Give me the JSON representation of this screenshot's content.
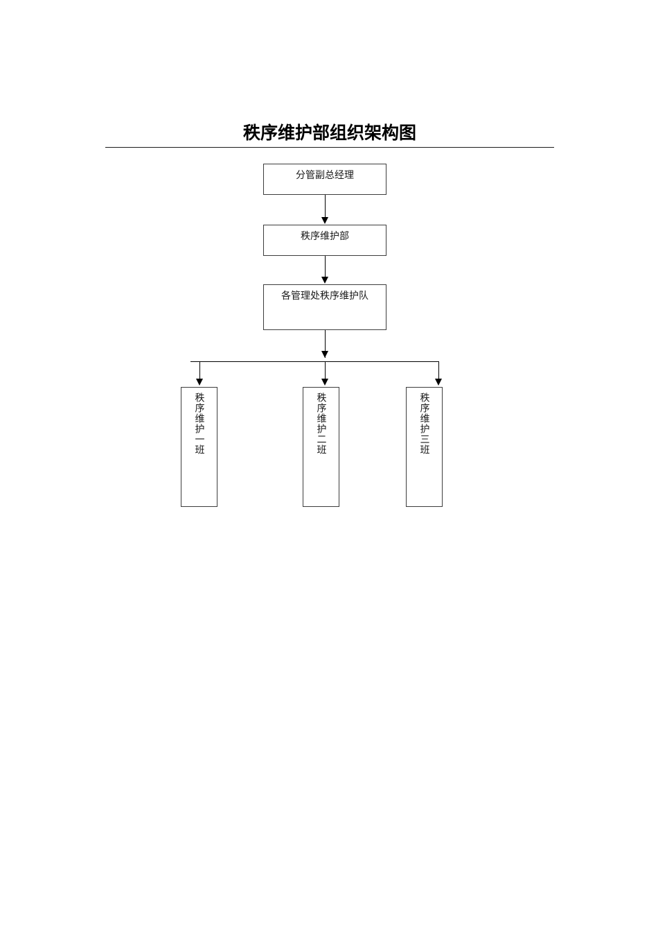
{
  "document": {
    "title": "秩序维护部组织架构图",
    "has_title_rule": true
  },
  "chart_data": {
    "type": "diagram",
    "diagram_kind": "organizational-chart",
    "title": "秩序维护部组织架构图",
    "orientation": "top-down",
    "nodes": [
      {
        "id": "vgm",
        "label": "分管副总经理",
        "level": 0,
        "text_direction": "horizontal"
      },
      {
        "id": "dept",
        "label": "秩序维护部",
        "level": 1,
        "text_direction": "horizontal"
      },
      {
        "id": "team",
        "label": "各管理处秩序维护队",
        "level": 2,
        "text_direction": "horizontal"
      },
      {
        "id": "shift1",
        "label": "秩序维护一班",
        "level": 3,
        "text_direction": "vertical"
      },
      {
        "id": "shift2",
        "label": "秩序维护二班",
        "level": 3,
        "text_direction": "vertical"
      },
      {
        "id": "shift3",
        "label": "秩序维护三班",
        "level": 3,
        "text_direction": "vertical"
      }
    ],
    "edges": [
      {
        "from": "vgm",
        "to": "dept",
        "style": "arrow"
      },
      {
        "from": "dept",
        "to": "team",
        "style": "arrow"
      },
      {
        "from": "team",
        "to": "shift1",
        "style": "arrow-via-bus"
      },
      {
        "from": "team",
        "to": "shift2",
        "style": "arrow-via-bus"
      },
      {
        "from": "team",
        "to": "shift3",
        "style": "arrow-via-bus"
      }
    ],
    "colors": {
      "box_border": "#3c3c3c",
      "connector": "#000000",
      "text": "#1a1a1a",
      "background": "#ffffff"
    }
  }
}
